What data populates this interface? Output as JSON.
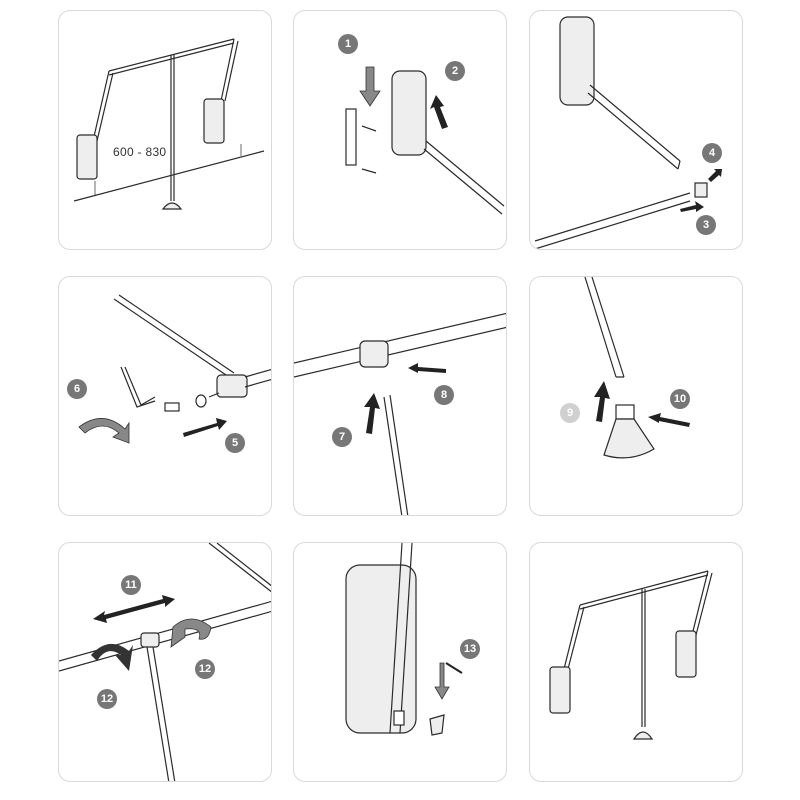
{
  "dimension_label": "600 - 830",
  "steps": [
    "1",
    "2",
    "3",
    "4",
    "5",
    "6",
    "7",
    "8",
    "9",
    "10",
    "11",
    "12",
    "12",
    "13"
  ],
  "colors": {
    "badge": "#777777",
    "badge_faint": "#d0d0d0",
    "line": "#2b2b2b",
    "panel_border": "#d9d9d9"
  }
}
